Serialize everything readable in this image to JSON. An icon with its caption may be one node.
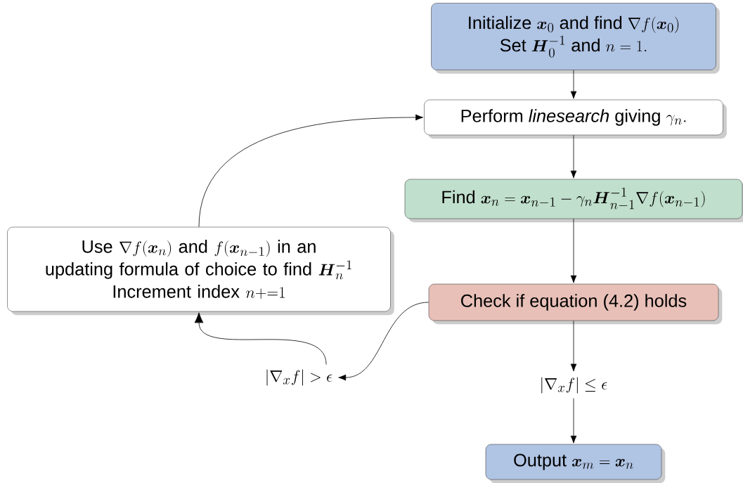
{
  "diagram": {
    "nodes": [
      {
        "text": [
          "\\text{Initialize } \\boldsymbol{x}_0 \\text{ and find } \\nabla f(\\boldsymbol{x}_0)",
          "\\text{Set } \\boldsymbol{H}_0^{-1} \\text{ and } n=1."
        ]
      },
      {
        "text": [
          "\\text{Perform \\textit{linesearch} giving } \\gamma_n."
        ]
      },
      {
        "text": [
          "\\text{Find } \\boldsymbol{x}_n=\\boldsymbol{x}_{n-1}-\\gamma_n\\boldsymbol{H}_{n-1}^{-1}\\nabla f(\\boldsymbol{x}_{n-1})"
        ]
      },
      {
        "text": [
          "\\text{Use } \\nabla f(\\boldsymbol{x}_n) \\text{ and } f(\\boldsymbol{x}_{n-1}) \\text{ in an} \\allowbreak \\text{updating formula of choice to find } \\boldsymbol{H}_n^{-1}",
          "\\text{Increment index } n\\mathord{+}{=}1"
        ]
      },
      {
        "text": [
          "\\text{Check if equation (4.2) holds}"
        ]
      },
      {
        "text": [
          "\\left|\\nabla_x f\\right| > \\epsilon"
        ]
      },
      {
        "text": [
          "\\left|\\nabla_x f\\right| \\leq \\epsilon"
        ]
      },
      {
        "text": [
          "\\text{Output } \\boldsymbol{x}_m=\\boldsymbol{x}_n"
        ]
      }
    ],
    "edges": [
      {
        "from": 0,
        "to": 1,
        "arrow": "to"
      },
      {
        "from": 1,
        "to": 2,
        "arrow": "to"
      },
      {
        "from": 2,
        "to": 4,
        "arrow": "to"
      },
      {
        "from": 4,
        "to": 5,
        "arrow": "to"
      },
      {
        "from": 5,
        "to": 3,
        "arrow": "to"
      },
      {
        "from": 3,
        "to": 1,
        "arrow": "to"
      },
      {
        "from": 4,
        "to": 6,
        "arrow": "to"
      },
      {
        "from": 6,
        "to": 7,
        "arrow": "to"
      }
    ]
  }
}
